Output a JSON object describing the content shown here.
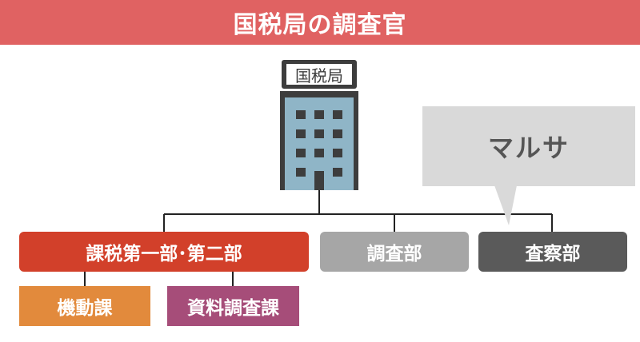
{
  "header": {
    "title": "国税局の調査官"
  },
  "building": {
    "sign": "国税局"
  },
  "callout": {
    "text": "マルサ"
  },
  "departments": [
    {
      "id": "dept1",
      "label": "課税第一部･第二部"
    },
    {
      "id": "survey",
      "label": "調査部"
    },
    {
      "id": "inspect",
      "label": "査察部"
    }
  ],
  "subdivisions": [
    {
      "id": "kidou",
      "label": "機動課"
    },
    {
      "id": "shiryo",
      "label": "資料調査課"
    }
  ],
  "colors": {
    "header": "#e06262",
    "dept1": "#d2402a",
    "survey": "#a6a6a6",
    "inspect": "#5a5a5a",
    "kidou": "#e28a3c",
    "shiryo": "#a64d79",
    "building": "#3d3d3d",
    "window_glass": "#8fb5c7",
    "callout": "#d9d9d9"
  }
}
